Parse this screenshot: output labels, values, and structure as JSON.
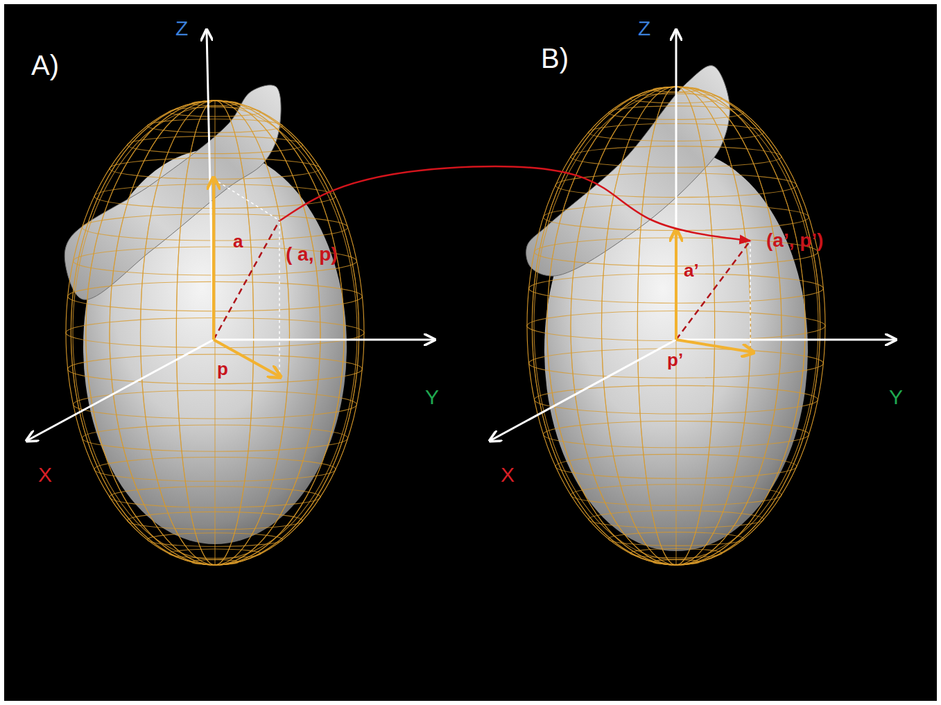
{
  "diagram": {
    "nodes": [
      {
        "text": [
          "( a, p)"
        ]
      },
      {
        "text": [
          "(a’, p’)"
        ]
      }
    ],
    "edges": [
      {
        "from": 0,
        "to": 1,
        "arrow": "to"
      }
    ],
    "labels": [
      "A)",
      "Z",
      "a",
      "p",
      "Y",
      "X",
      "B)",
      "Z",
      "a’",
      "p’",
      "Y",
      "X"
    ]
  }
}
